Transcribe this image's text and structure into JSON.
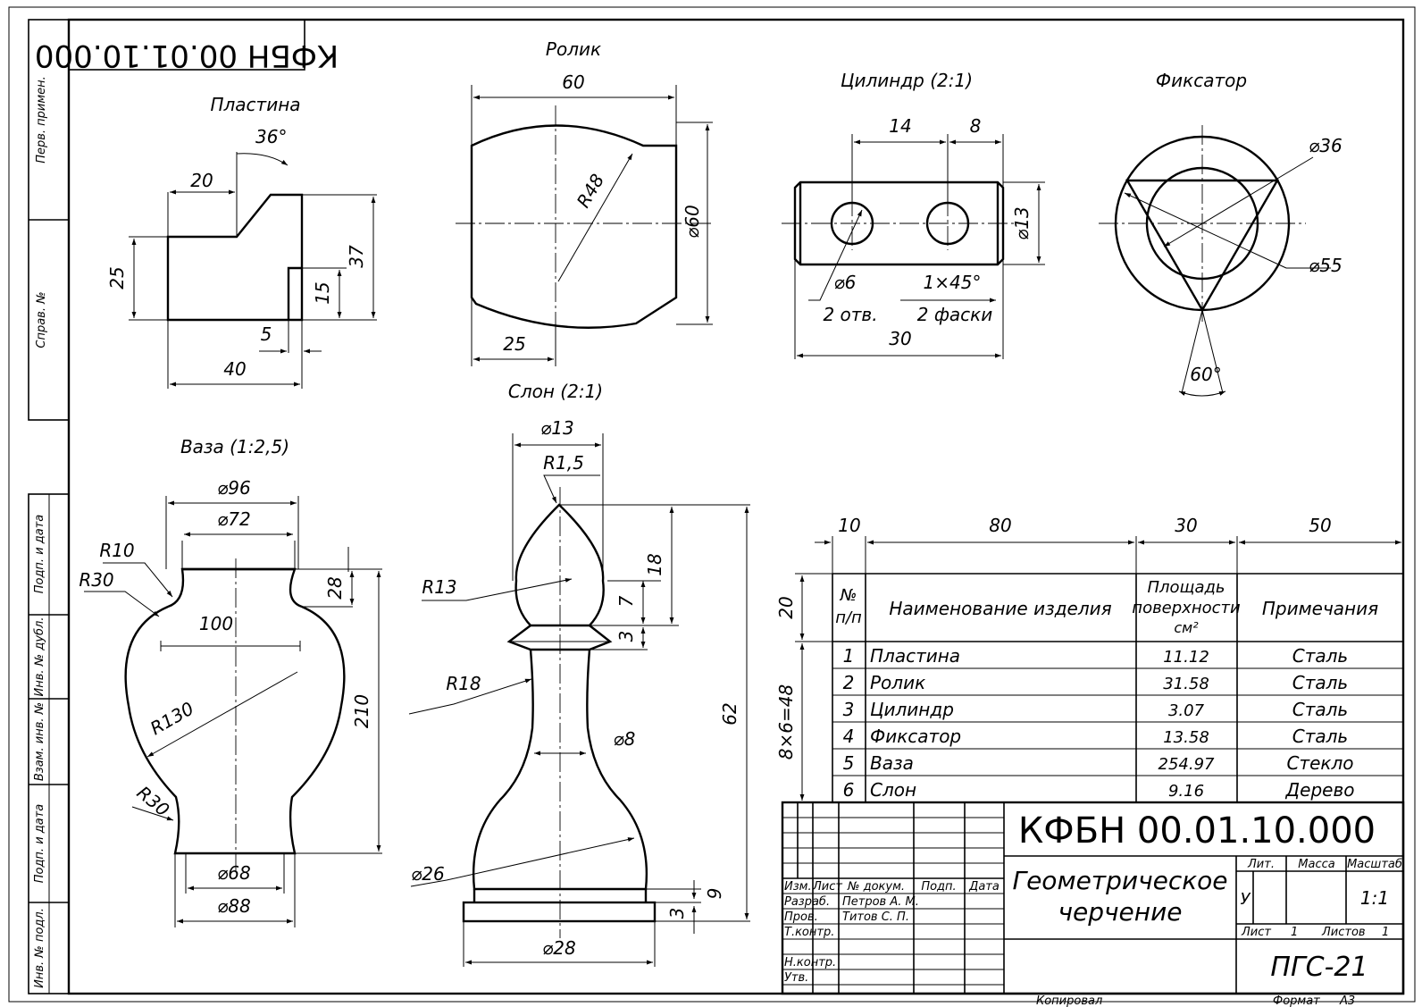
{
  "doc_code": "КФБН 00.01.10.000",
  "doc_code_mirrored": "КФБН 00.01.10.000",
  "side_labels": [
    "Перв. примен.",
    "Справ. №",
    "Подп. и дата",
    "Инв. № дубл.",
    "Взам. инв. №",
    "Подп. и дата",
    "Инв. № подл."
  ],
  "views": {
    "plastina": {
      "title": "Пластина",
      "angle": "36°",
      "dims": [
        "20",
        "25",
        "37",
        "15",
        "5",
        "40"
      ]
    },
    "rolik": {
      "title": "Ролик",
      "dims": [
        "60",
        "R48",
        "⌀60",
        "25"
      ]
    },
    "cilindr": {
      "title": "Цилиндр (2:1)",
      "dims": [
        "14",
        "8",
        "⌀13",
        "⌀6",
        "2 отв.",
        "1×45°",
        "2 фаски",
        "30"
      ]
    },
    "fiksator": {
      "title": "Фиксатор",
      "dims": [
        "⌀36",
        "⌀55",
        "60°"
      ]
    },
    "vaza": {
      "title": "Ваза (1:2,5)",
      "dims": [
        "⌀96",
        "⌀72",
        "R10",
        "R30",
        "28",
        "100",
        "210",
        "R130",
        "R30",
        "⌀68",
        "⌀88"
      ]
    },
    "slon": {
      "title": "Слон (2:1)",
      "dims": [
        "⌀13",
        "R1,5",
        "R13",
        "18",
        "7",
        "3",
        "R18",
        "⌀8",
        "62",
        "⌀26",
        "9",
        "3",
        "⌀28"
      ]
    }
  },
  "spec_table": {
    "col_widths": [
      "10",
      "80",
      "30",
      "50"
    ],
    "row_dims": [
      "20",
      "8×6=48"
    ],
    "headers": [
      "№ п/п",
      "Наименование изделия",
      "Площадь поверхности см²",
      "Примечания"
    ],
    "header_num": [
      "№",
      "п/п"
    ],
    "header_area": [
      "Площадь",
      "поверхности",
      "см²"
    ],
    "rows": [
      {
        "n": "1",
        "name": "Пластина",
        "area": "11.12",
        "note": "Сталь"
      },
      {
        "n": "2",
        "name": "Ролик",
        "area": "31.58",
        "note": "Сталь"
      },
      {
        "n": "3",
        "name": "Цилиндр",
        "area": "3.07",
        "note": "Сталь"
      },
      {
        "n": "4",
        "name": "Фиксатор",
        "area": "13.58",
        "note": "Сталь"
      },
      {
        "n": "5",
        "name": "Ваза",
        "area": "254.97",
        "note": "Стекло"
      },
      {
        "n": "6",
        "name": "Слон",
        "area": "9.16",
        "note": "Дерево"
      }
    ]
  },
  "title_block": {
    "code": "КФБН 00.01.10.000",
    "name_line1": "Геометрическое",
    "name_line2": "черчение",
    "hdr": [
      "Изм.",
      "Лист",
      "№ докум.",
      "Подп.",
      "Дата"
    ],
    "razrab_label": "Разраб.",
    "razrab_name": "Петров А. М.",
    "prov_label": "Пров.",
    "prov_name": "Титов С. П.",
    "tkontr": "Т.контр.",
    "nkontr": "Н.контр.",
    "utv": "Утв.",
    "lit": "Лит.",
    "massa": "Масса",
    "masshtab": "Масштаб",
    "lit_value": "У",
    "scale_value": "1:1",
    "list_label": "Лист",
    "list_value": "1",
    "listov_label": "Листов",
    "listov_value": "1",
    "group": "ПГС-21",
    "kopiroval": "Копировал",
    "format_label": "Формат",
    "format_value": "А3"
  }
}
